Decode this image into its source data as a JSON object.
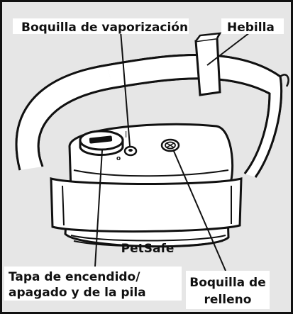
{
  "diagram": {
    "labels": {
      "spray_nozzle": "Boquilla de vaporización",
      "buckle": "Hebilla",
      "cap_line1": "Tapa de encendido/",
      "cap_line2": "apagado y de la pila",
      "refill_line1": "Boquilla de",
      "refill_line2": "relleno"
    },
    "brand": "PetSafe",
    "cap_markers": {
      "on": "|",
      "off": "o"
    },
    "colors": {
      "background": "#e6e6e6",
      "stroke": "#111111",
      "device_fill": "#ffffff",
      "label_backdrop": "#ffffff"
    }
  }
}
